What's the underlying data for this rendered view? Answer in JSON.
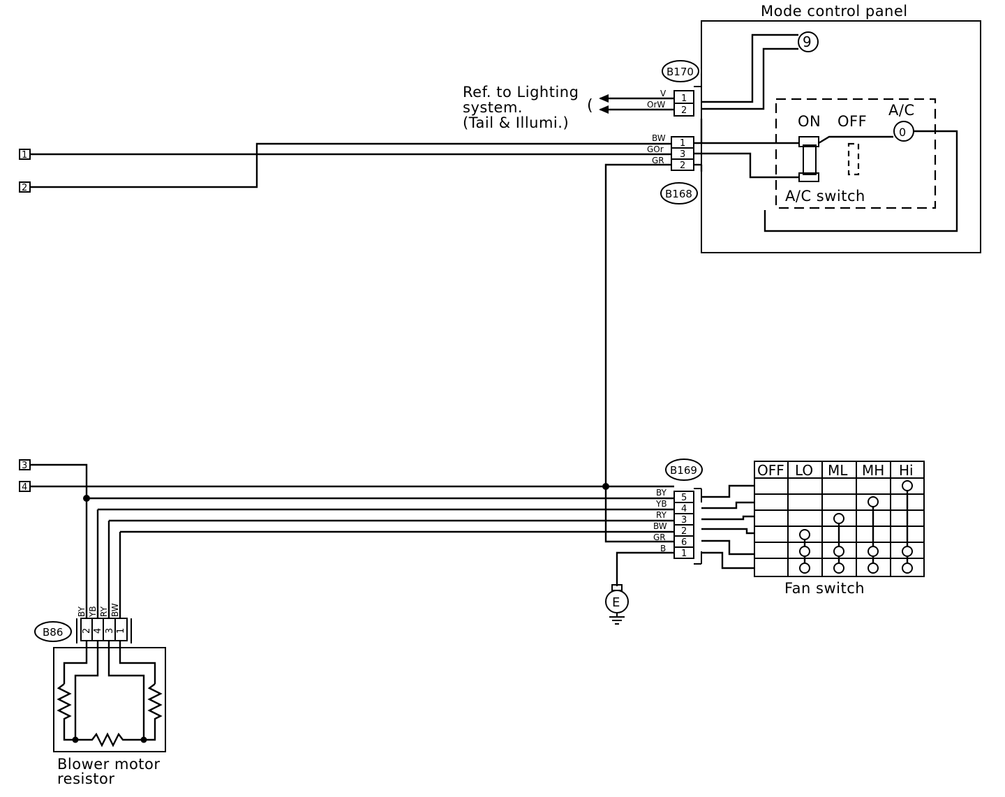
{
  "panel": {
    "title": "Mode control panel",
    "ac_switch_label": "A/C switch",
    "on_label": "ON",
    "off_label": "OFF",
    "ac_label": "A/C"
  },
  "reference": {
    "line1": "Ref. to Lighting",
    "line2": "system.",
    "line3": "(Tail & Illumi.)"
  },
  "connectors": {
    "b170": {
      "id": "B170",
      "pins": [
        {
          "wire": "V",
          "pin": "1"
        },
        {
          "wire": "OrW",
          "pin": "2"
        }
      ]
    },
    "b168": {
      "id": "B168",
      "pins": [
        {
          "wire": "BW",
          "pin": "1"
        },
        {
          "wire": "GOr",
          "pin": "3"
        },
        {
          "wire": "GR",
          "pin": "2"
        }
      ]
    },
    "b169": {
      "id": "B169",
      "pins": [
        {
          "wire": "BY",
          "pin": "5"
        },
        {
          "wire": "YB",
          "pin": "4"
        },
        {
          "wire": "RY",
          "pin": "3"
        },
        {
          "wire": "BW",
          "pin": "2"
        },
        {
          "wire": "GR",
          "pin": "6"
        },
        {
          "wire": "B",
          "pin": "1"
        }
      ]
    },
    "b86": {
      "id": "B86",
      "pins": [
        {
          "wire": "BY",
          "pin": "2"
        },
        {
          "wire": "YB",
          "pin": "4"
        },
        {
          "wire": "RY",
          "pin": "3"
        },
        {
          "wire": "BW",
          "pin": "1"
        }
      ]
    }
  },
  "terminals": [
    "1",
    "2",
    "3",
    "4"
  ],
  "fan_switch": {
    "label": "Fan switch",
    "positions": [
      "OFF",
      "LO",
      "ML",
      "MH",
      "Hi"
    ]
  },
  "ground": {
    "label": "E"
  },
  "resistor": {
    "line1": "Blower motor",
    "line2": "resistor"
  }
}
